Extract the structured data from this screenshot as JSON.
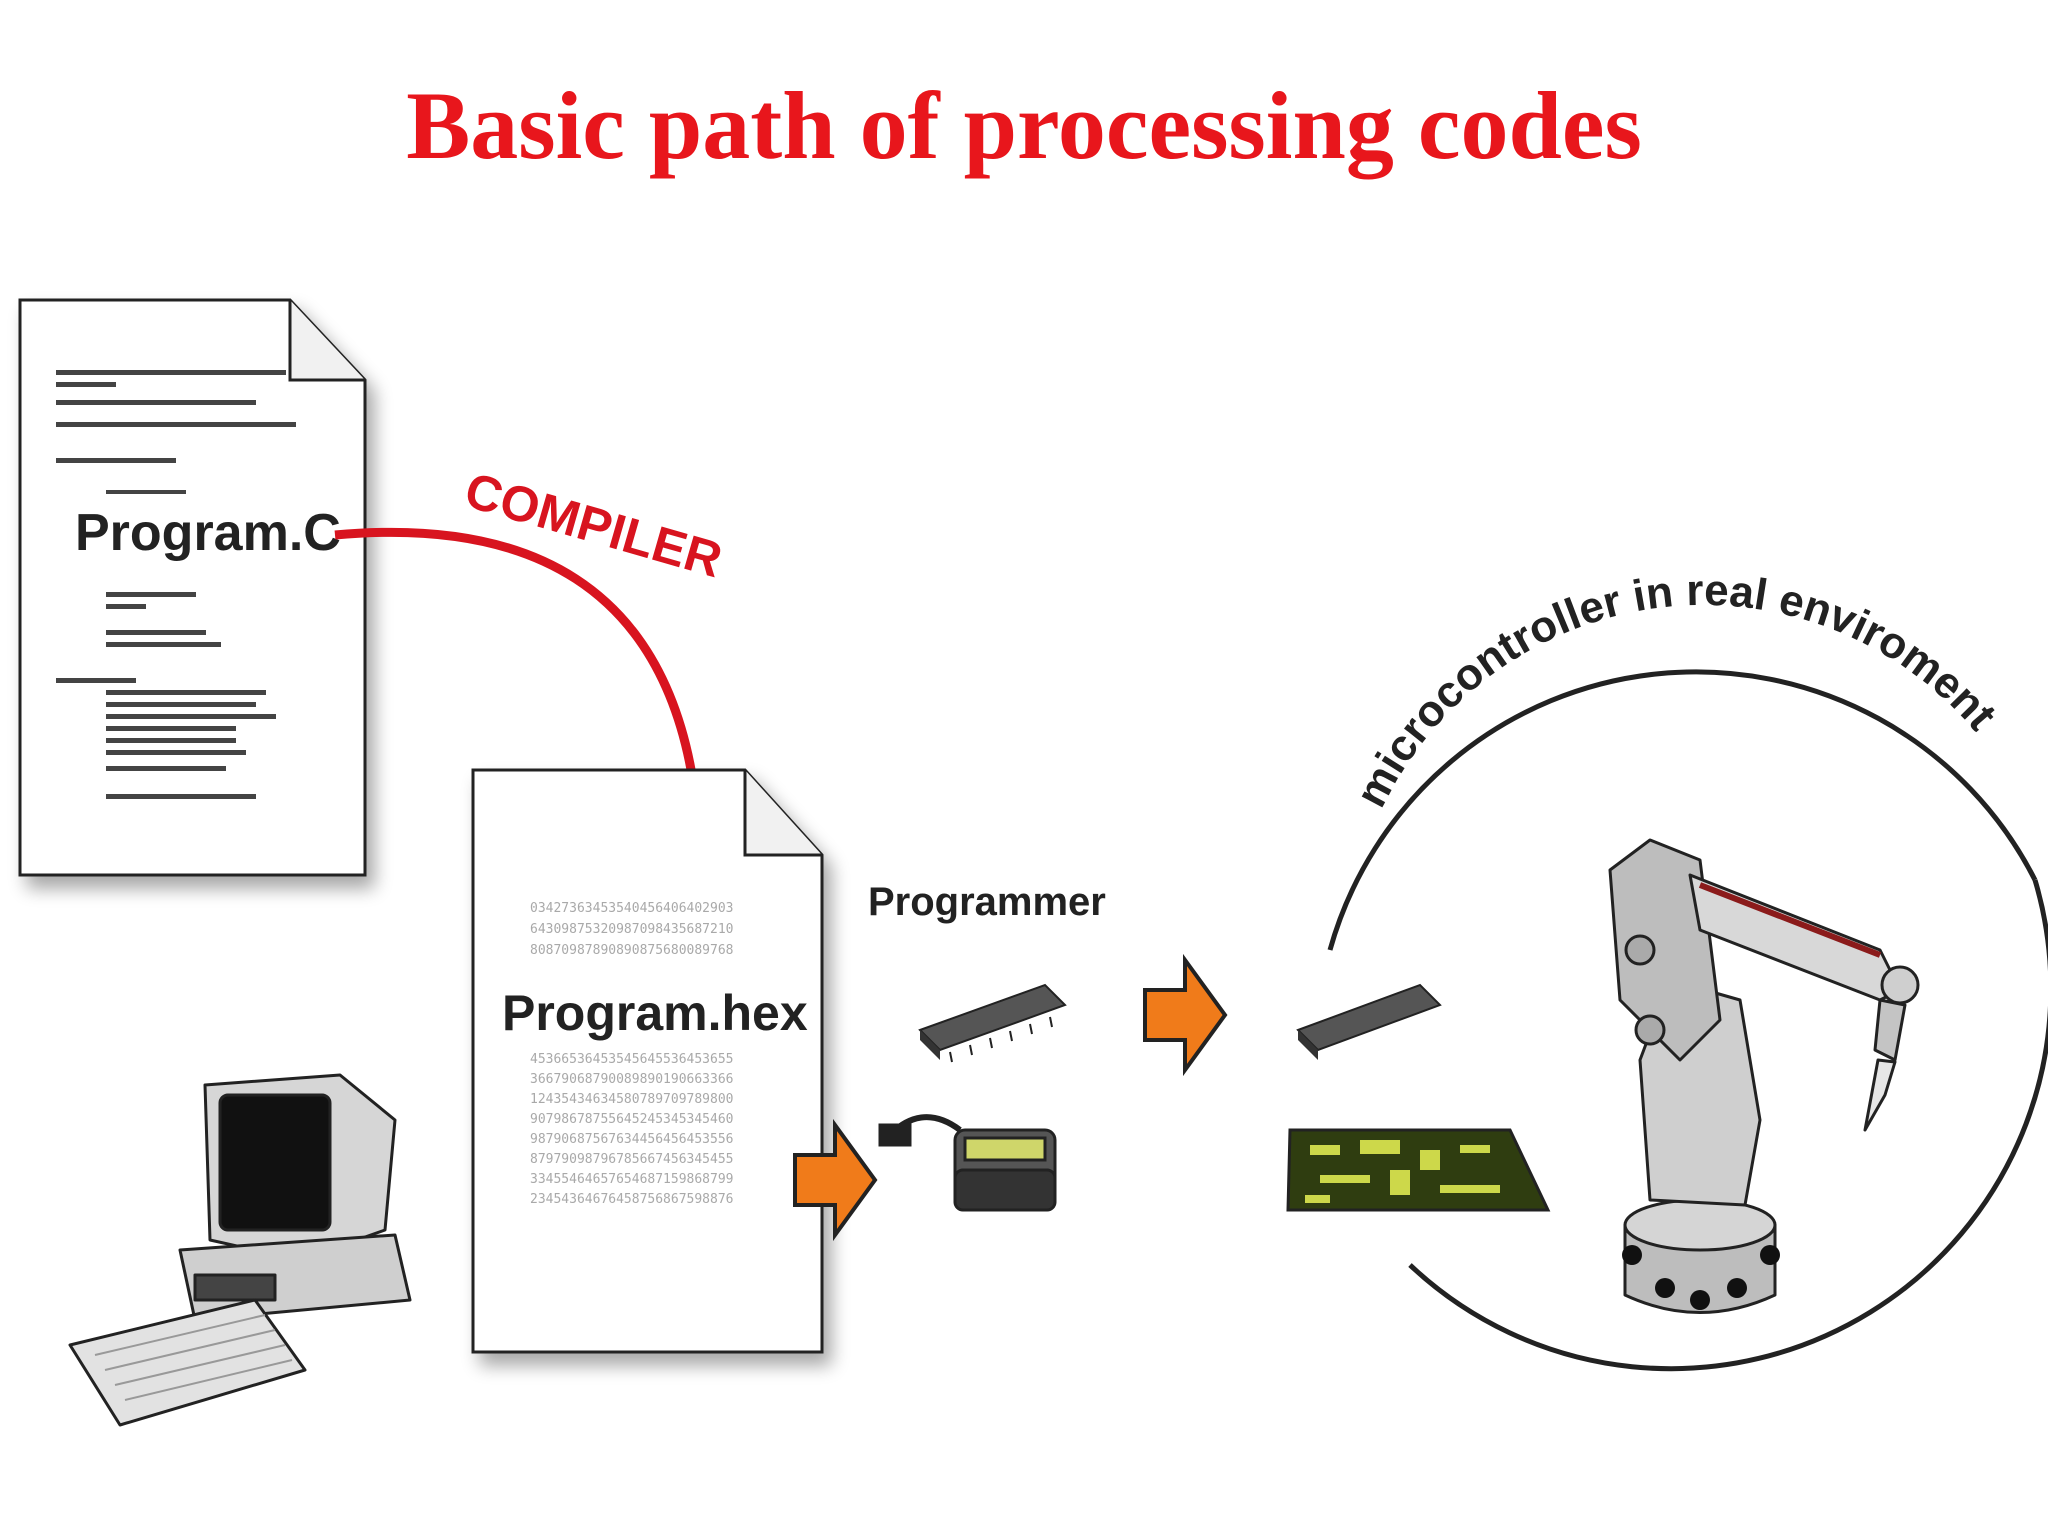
{
  "title": "Basic path of processing codes",
  "labels": {
    "source_file": "Program.C",
    "compiler": "COMPILER",
    "hex_file": "Program.hex",
    "programmer": "Programmer",
    "environment": "microcontroller in real enviroment"
  },
  "colors": {
    "title": "#e8161c",
    "compiler_arrow": "#d8141f",
    "flow_arrow": "#f07b1a",
    "outline": "#222222"
  },
  "icons": [
    "document-icon",
    "computer-icon",
    "chip-icon",
    "programmer-device-icon",
    "circuit-board-icon",
    "robot-arm-icon"
  ]
}
